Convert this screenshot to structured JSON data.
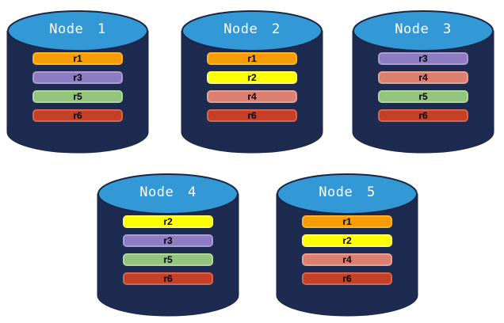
{
  "diagram": {
    "description": "Database nodes with replica placement",
    "colors": {
      "cylinder_body": "#1E2B50",
      "cylinder_lid": "#3399D6",
      "cylinder_outline": "#1A2645",
      "label_text": "#FFFFFF",
      "bar_text": "#000000"
    },
    "replica_colors": {
      "r1": {
        "fill": "#F89C05",
        "border": "#FDB32B"
      },
      "r2": {
        "fill": "#FFFF00",
        "border": "#FFFF66"
      },
      "r3": {
        "fill": "#8E7CC3",
        "border": "#A99BD4"
      },
      "r4": {
        "fill": "#DB8070",
        "border": "#E5A093"
      },
      "r5": {
        "fill": "#93C47D",
        "border": "#AFD89A"
      },
      "r6": {
        "fill": "#C64027",
        "border": "#D4664F"
      }
    },
    "nodes": [
      {
        "label": "Node 1",
        "replicas": [
          "r1",
          "r3",
          "r5",
          "r6"
        ]
      },
      {
        "label": "Node 2",
        "replicas": [
          "r1",
          "r2",
          "r4",
          "r6"
        ]
      },
      {
        "label": "Node 3",
        "replicas": [
          "r3",
          "r4",
          "r5",
          "r6"
        ]
      },
      {
        "label": "Node 4",
        "replicas": [
          "r2",
          "r3",
          "r5",
          "r6"
        ]
      },
      {
        "label": "Node 5",
        "replicas": [
          "r1",
          "r2",
          "r4",
          "r6"
        ]
      }
    ]
  }
}
